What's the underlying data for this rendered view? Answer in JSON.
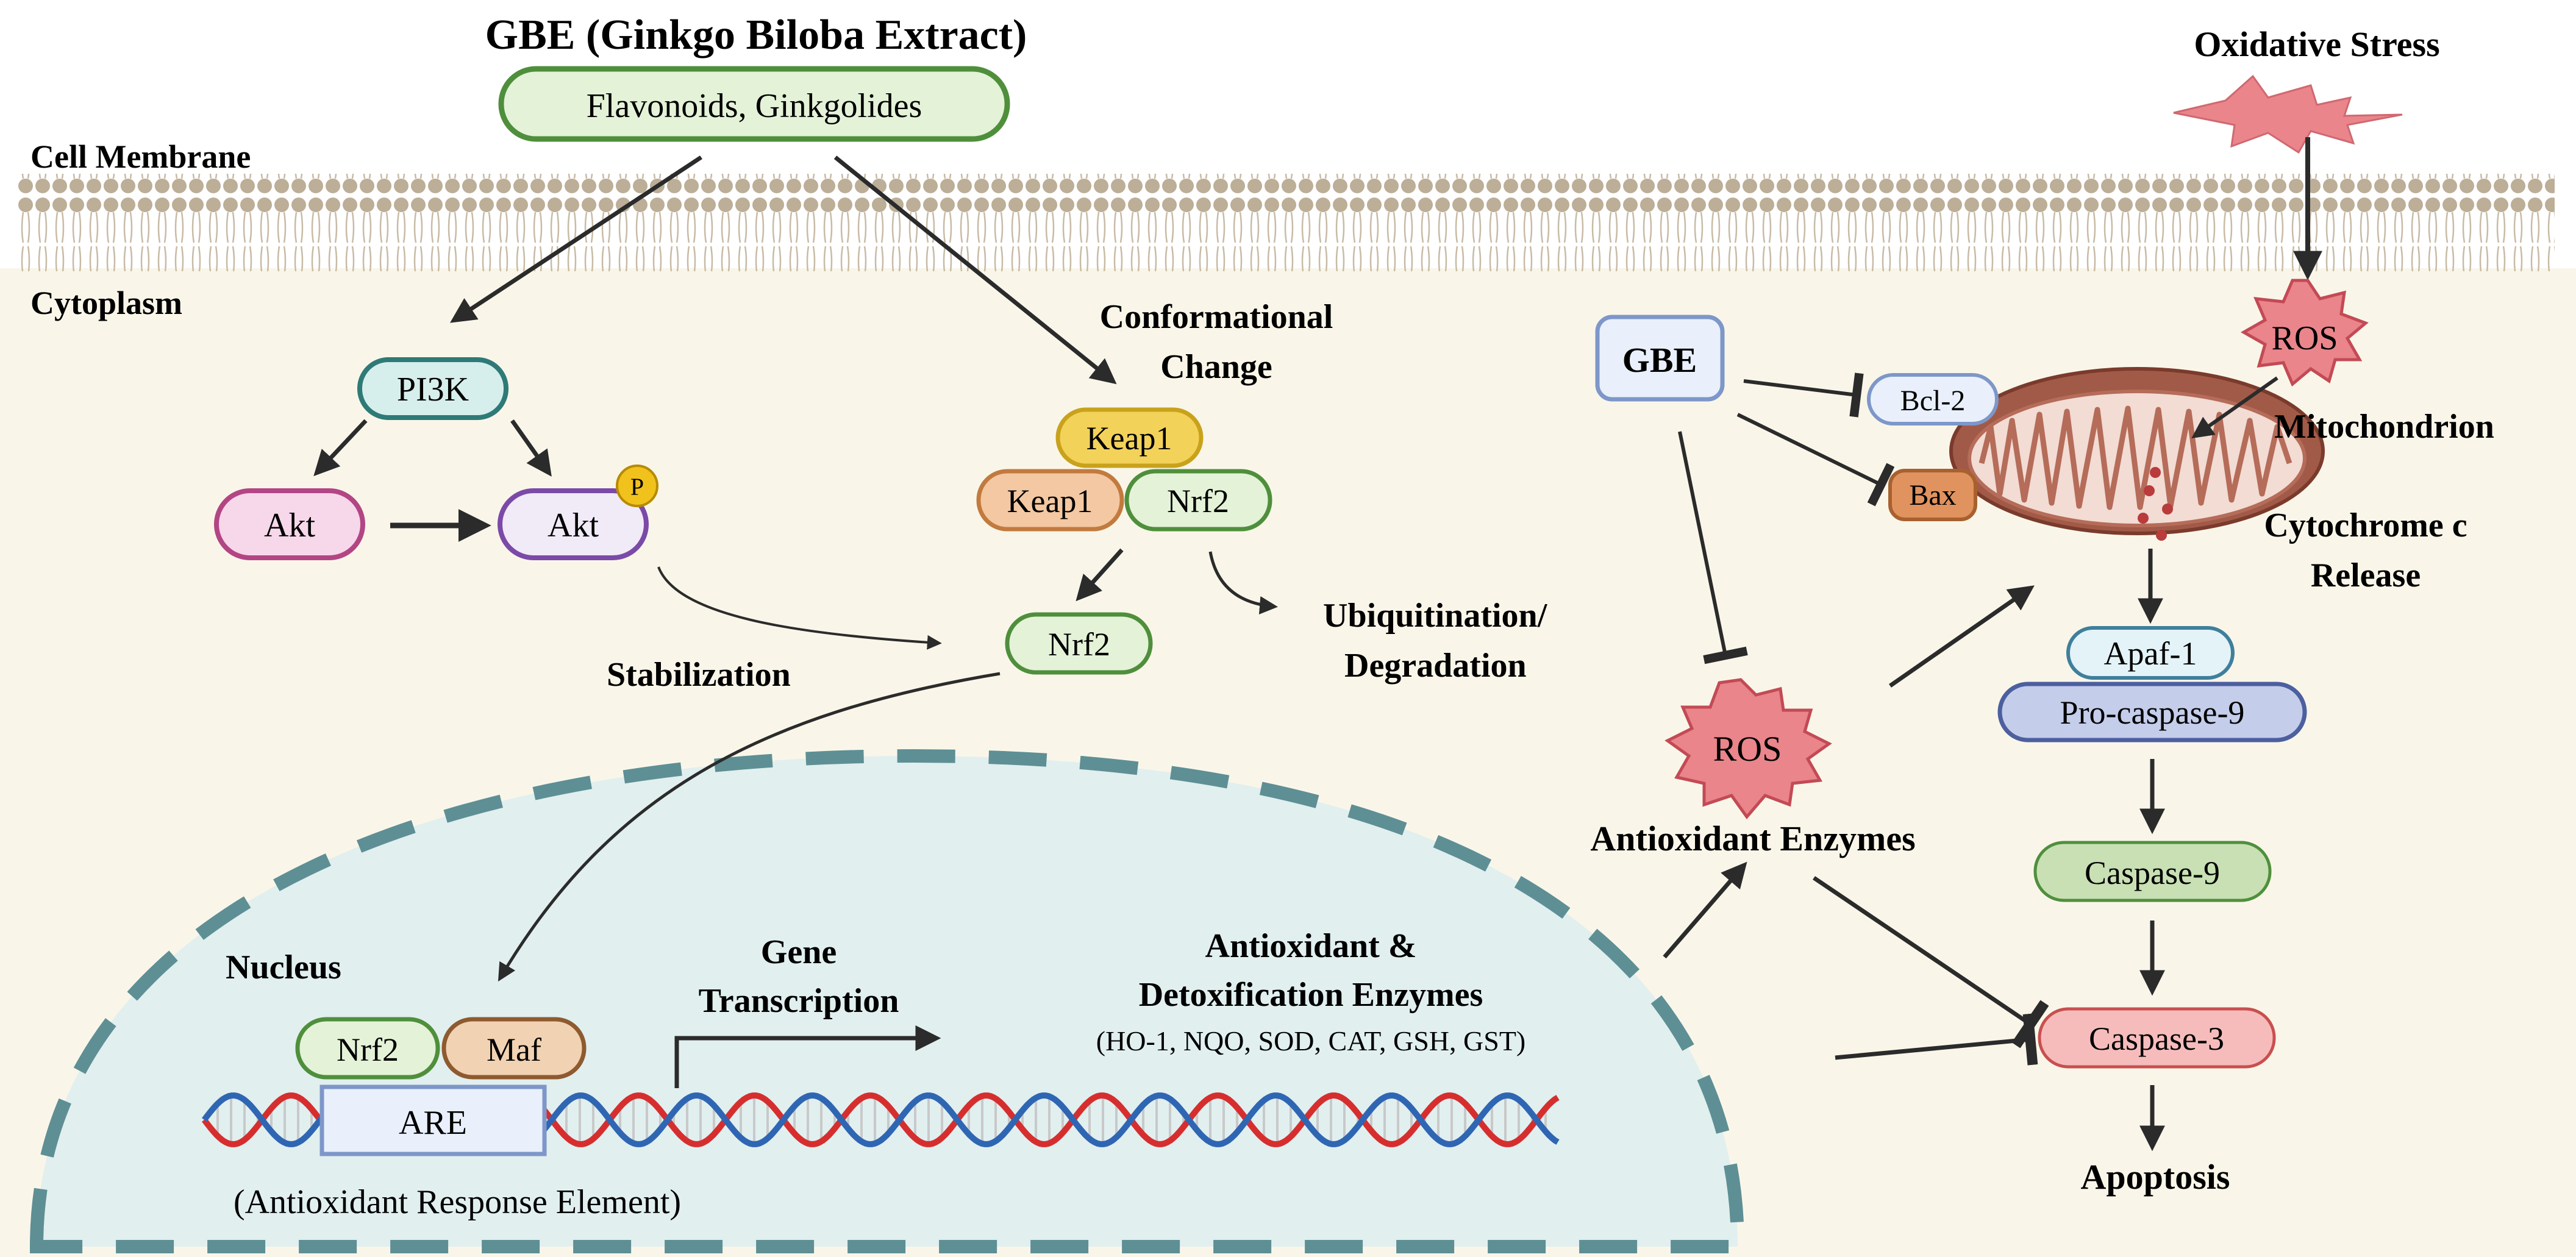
{
  "title": "GBE (Ginkgo Biloba Extract)",
  "regions": {
    "membrane": "Cell Membrane",
    "cytoplasm": "Cytoplasm",
    "nucleus": "Nucleus",
    "mitochondrion": "Mitochondrion"
  },
  "nodes": {
    "flavonoids": "Flavonoids, Ginkgolides",
    "pi3k": "PI3K",
    "akt": "Akt",
    "akt_p": "Akt",
    "p_badge": "P",
    "keap1_top": "Keap1",
    "keap1": "Keap1",
    "nrf2_complex": "Nrf2",
    "nrf2_free": "Nrf2",
    "nrf2_nucleus": "Nrf2",
    "maf": "Maf",
    "are": "ARE",
    "gbe": "GBE",
    "bcl2": "Bcl-2",
    "bax": "Bax",
    "ros_mito": "ROS",
    "ros_mid": "ROS",
    "apaf1": "Apaf-1",
    "procasp9": "Pro-caspase-9",
    "casp9": "Caspase-9",
    "casp3": "Caspase-3"
  },
  "labels": {
    "conformational_1": "Conformational",
    "conformational_2": "Change",
    "stabilization": "Stabilization",
    "ubiquitination_1": "Ubiquitination/",
    "ubiquitination_2": "Degradation",
    "gene_1": "Gene",
    "gene_2": "Transcription",
    "enzymes_1": "Antioxidant &",
    "enzymes_2": "Detoxification Enzymes",
    "enzymes_list": "(HO-1, NQO, SOD, CAT, GSH, GST)",
    "are_full": "(Antioxidant Response Element)",
    "oxidative_stress": "Oxidative Stress",
    "cytochrome_1": "Cytochrome c",
    "cytochrome_2": "Release",
    "antioxidant_enzymes": "Antioxidant Enzymes",
    "apoptosis": "Apoptosis"
  },
  "colors": {
    "cytoplasm": "#f9f6e9",
    "nucleus": "#e1efef",
    "nucleus_border": "#5e8f95",
    "membrane": "#bcae97",
    "arrow": "#2b2b2b",
    "green_fill": "#e4f2d8",
    "green_stroke": "#4f8f3c",
    "teal_fill": "#d6efec",
    "teal_stroke": "#2e7a77",
    "pink_fill": "#f6d8ea",
    "pink_stroke": "#b34584",
    "purple_fill": "#f1eaf7",
    "purple_stroke": "#7b4aa8",
    "keap1_yellow": "#f3d25a",
    "keap1_orange": "#f3c8a2",
    "blue_fill": "#e9f0fb",
    "blue_stroke": "#7e97c9",
    "pro_fill": "#c4cdea",
    "pro_stroke": "#4c5f9f",
    "casp9_fill": "#c8e0b4",
    "casp3_fill": "#f6bcbc",
    "casp3_stroke": "#c94f4f",
    "ros_fill": "#e9858b",
    "ros_stroke": "#c34a55",
    "dna_red": "#d62e2e",
    "dna_blue": "#2f66b3"
  }
}
